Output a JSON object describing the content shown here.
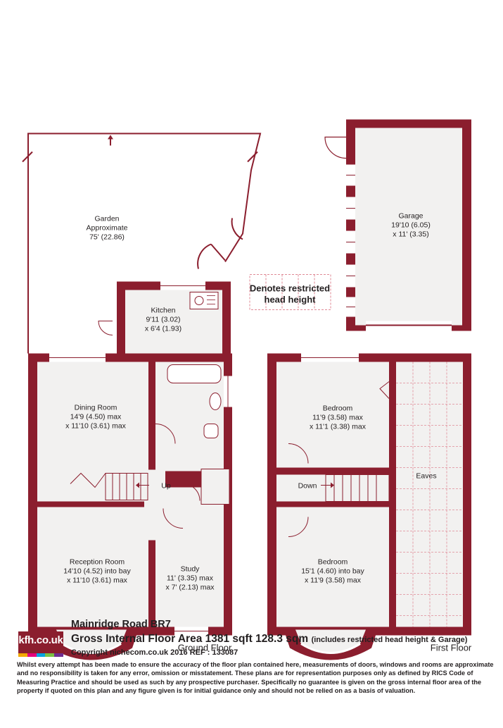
{
  "colors": {
    "wall": "#8b1e2e",
    "floor": "#f2f1f0",
    "text": "#231f20"
  },
  "rooms": {
    "garden": {
      "name": "Garden",
      "line1": "Approximate",
      "line2": "75' (22.86)"
    },
    "garage": {
      "name": "Garage",
      "line1": "19'10 (6.05)",
      "line2": "x 11' (3.35)"
    },
    "kitchen": {
      "name": "Kitchen",
      "line1": "9'11 (3.02)",
      "line2": "x 6'4 (1.93)"
    },
    "dining": {
      "name": "Dining Room",
      "line1": "14'9 (4.50) max",
      "line2": "x 11'10 (3.61) max"
    },
    "reception": {
      "name": "Reception Room",
      "line1": "14'10 (4.52) into bay",
      "line2": "x 11'10 (3.61) max"
    },
    "study": {
      "name": "Study",
      "line1": "11' (3.35) max",
      "line2": "x 7' (2.13) max"
    },
    "bedroom1": {
      "name": "Bedroom",
      "line1": "11'9 (3.58) max",
      "line2": "x 11'1 (3.38) max"
    },
    "bedroom2": {
      "name": "Bedroom",
      "line1": "15'1 (4.60) into bay",
      "line2": "x 11'9 (3.58) max"
    },
    "eaves": {
      "name": "Eaves"
    }
  },
  "stairs": {
    "up": "Up",
    "down": "Down"
  },
  "legend": {
    "line1": "Denotes restricted",
    "line2": "head height"
  },
  "floors": {
    "ground": "Ground Floor",
    "first": "First Floor"
  },
  "footer": {
    "logo": "kfh.co.uk",
    "logo_colors": [
      "#f2a900",
      "#e4007c",
      "#00a3e0",
      "#7ac143",
      "#6f2c91"
    ],
    "address": "Mainridge Road  BR7",
    "gia": "Gross Internal Floor Area 1381 sqft 128.3 sqm",
    "gia_note": "(includes restricted head height & Garage)",
    "copyright": "Copyright nichecom.co.uk 2016 REF : 133087",
    "disclaimer": "Whilst every attempt has been made to ensure the accuracy of the floor plan contained here, measurements of doors, windows and rooms are approximate and no responsibility is taken for any error, omission or misstatement.  These plans are for representation purposes only as defined by RICS Code of Measuring Practice and should be used as such by any prospective purchaser.  Specifically no guarantee is given on the gross internal floor area of the property if quoted on this plan and any figure given is for initial guidance only and should not be relied on as a basis of valuation."
  }
}
